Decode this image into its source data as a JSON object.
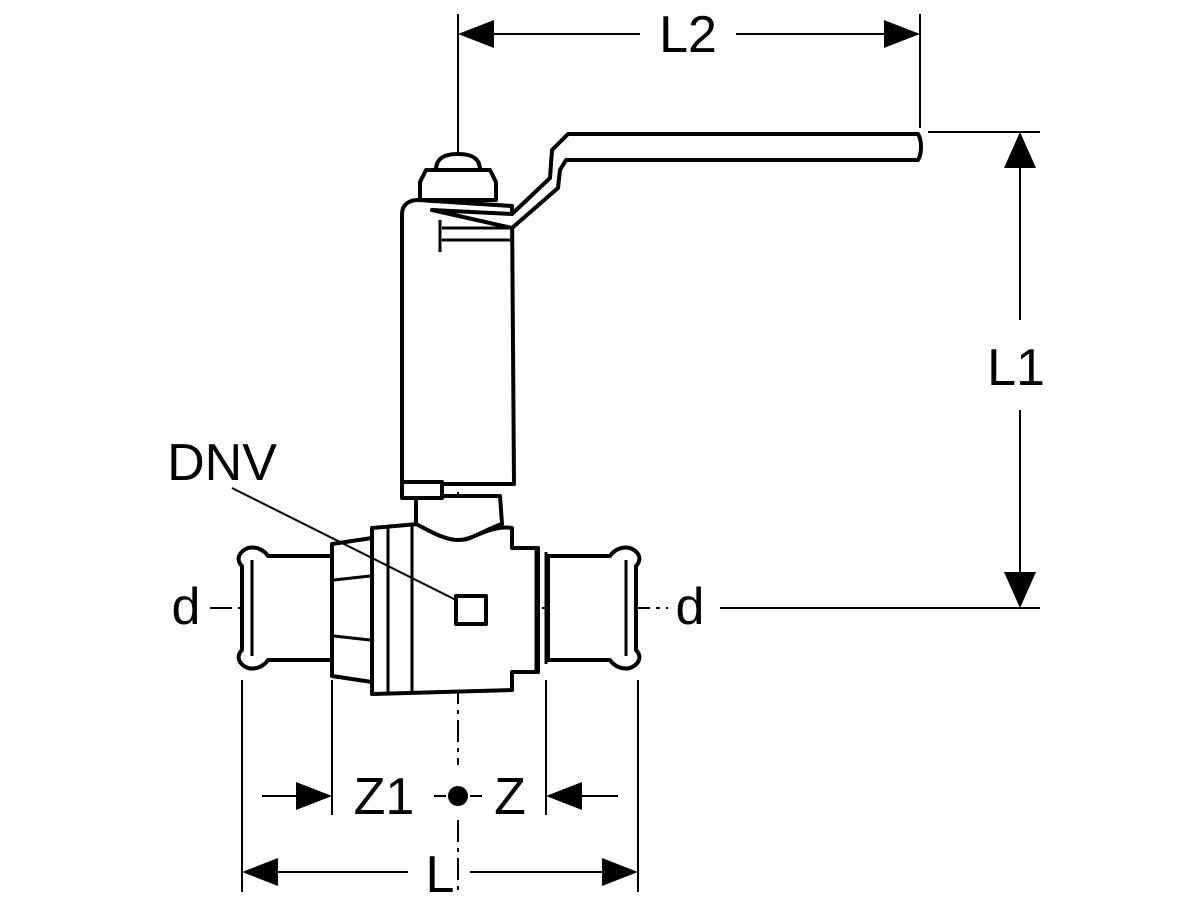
{
  "labels": {
    "l2": "L2",
    "l1": "L1",
    "l": "L",
    "z1": "Z1",
    "z": "Z",
    "d_left": "d",
    "d_right": "d",
    "dnv": "DNV"
  },
  "colors": {
    "line": "#000000",
    "background": "#ffffff"
  }
}
